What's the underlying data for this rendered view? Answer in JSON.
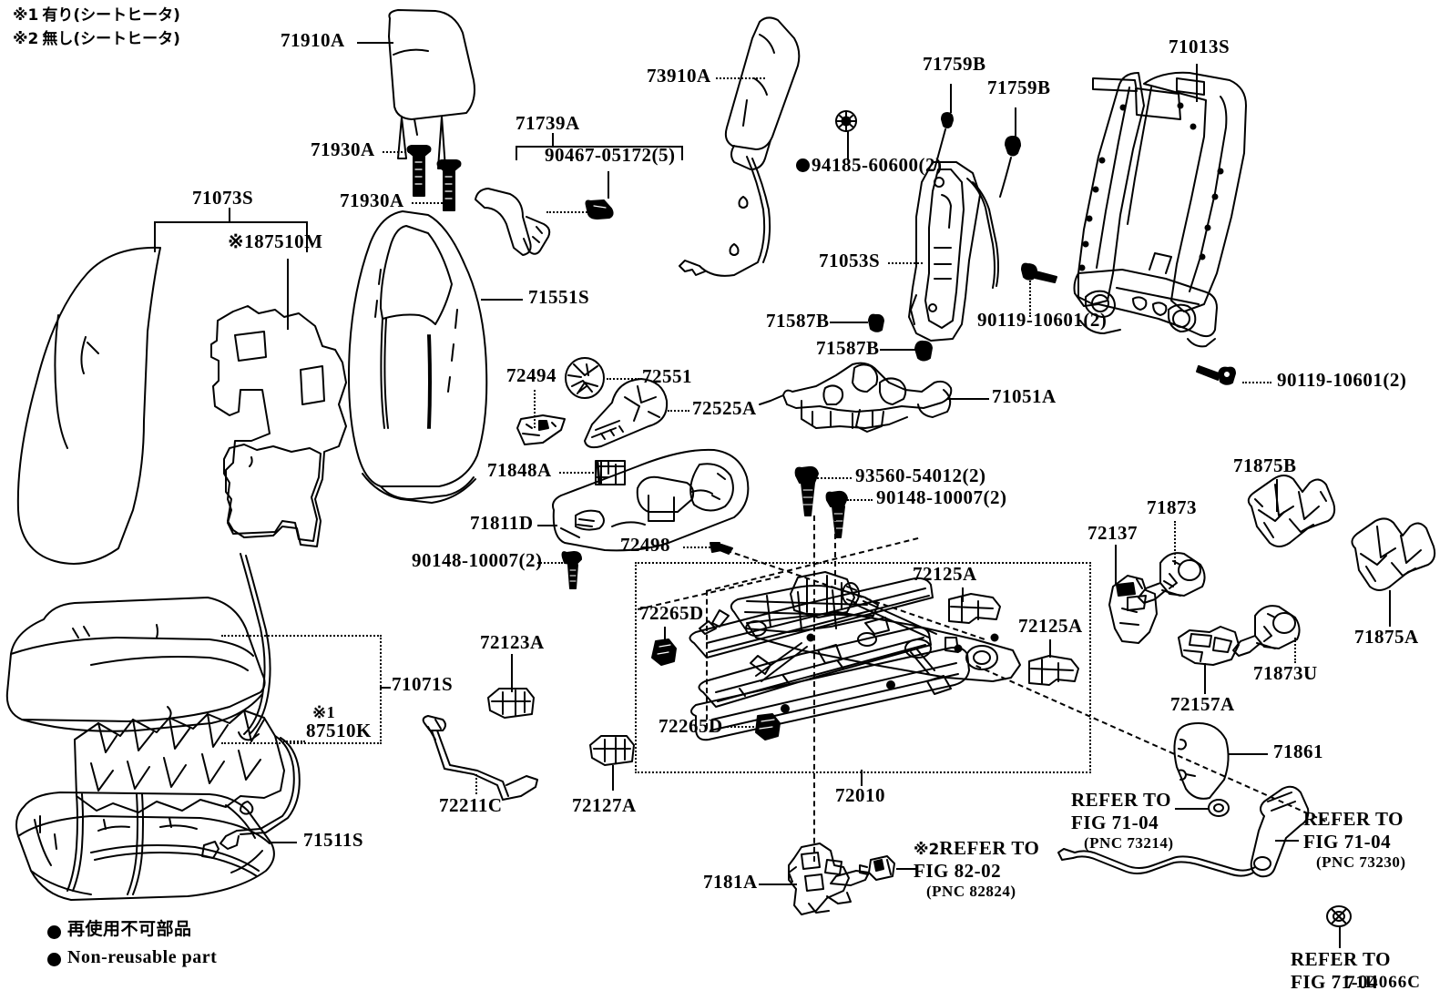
{
  "diagram": {
    "figure_id": "71D066C",
    "notes": [
      {
        "marker": "※1",
        "text": "有り(シートヒータ)"
      },
      {
        "marker": "※2",
        "text": "無し(シートヒータ)"
      }
    ],
    "legend": [
      {
        "symbol": "filled-circle",
        "text": "再使用不可部品"
      },
      {
        "symbol": "filled-circle",
        "text": "Non-reusable part"
      }
    ]
  },
  "labels": {
    "headrest_assy": "71910A",
    "headrest_support_upper": "71930A",
    "headrest_support_lower": "71930A",
    "back_cover_hinge": "71739A",
    "screw_90467": "90467-05172(5)",
    "seat_back_pad_group": "71073S",
    "seat_back_heater": "※187510M",
    "seat_back_cover": "71551S",
    "armrest_assy": "73910A",
    "nut_94185": "94185-60600(2)",
    "clip_71759b_1": "71759B",
    "clip_71759b_2": "71759B",
    "recliner_cover": "71053S",
    "seat_back_frame": "71013S",
    "bolt_90119_right": "90119-10601(2)",
    "bolt_90119_left": "90119-10601(2)",
    "spring_71587b_1": "71587B",
    "spring_71587b_2": "71587B",
    "recliner_assy": "71051A",
    "clip_72494": "72494",
    "knob_72551": "72551",
    "lever_72525a": "72525A",
    "clip_71848a": "71848A",
    "shield_71811d": "71811D",
    "bolt_90148_left": "90148-10007(2)",
    "clip_72498": "72498",
    "bolt_93560": "93560-54012(2)",
    "bolt_90148_right": "90148-10007(2)",
    "clip_72265d_upper": "72265D",
    "clip_72265d_lower": "72265D",
    "clip_72125a_upper": "72125A",
    "clip_72125a_lower": "72125A",
    "adjuster_72010": "72010",
    "clip_72123a": "72123A",
    "rod_72211c": "72211C",
    "clip_72127a": "72127A",
    "seat_cushion_group": "71071S",
    "cushion_heater": "※1",
    "cushion_heater_no": "87510K",
    "cushion_cover": "71511S",
    "switch_7181a": "7181A",
    "cover_72137": "72137",
    "cover_71873": "71873",
    "cover_71875b": "71875B",
    "cover_71875a": "71875A",
    "cover_71873u": "71873U",
    "cover_72157a": "72157A",
    "cover_71861": "71861",
    "refer_82_02": {
      "marker": "※2",
      "line1": "REFER TO",
      "line2": "FIG 82-02",
      "pnc": "(PNC 82824)"
    },
    "refer_73214": {
      "line1": "REFER TO",
      "line2": "FIG 71-04",
      "pnc": "(PNC 73214)"
    },
    "refer_73230": {
      "line1": "REFER TO",
      "line2": "FIG 71-04",
      "pnc": "(PNC 73230)"
    },
    "refer_bottom": {
      "line1": "REFER TO",
      "line2": "FIG 71-04"
    }
  }
}
